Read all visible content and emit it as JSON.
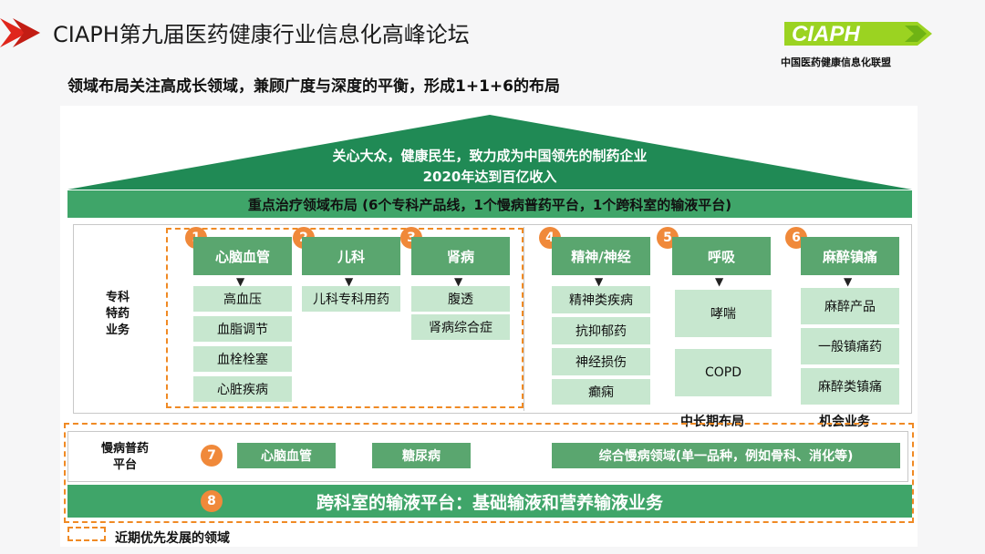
{
  "header": {
    "title": "CIAPH第九届医药健康行业信息化高峰论坛",
    "logo_text": "CIAPH",
    "logo_subtitle": "中国医药健康信息化联盟",
    "subtitle": "领域布局关注高成长领域，兼顾广度与深度的平衡，形成1+1+6的布局"
  },
  "roof": {
    "line1": "关心大众，健康民生，致力成为中国领先的制药企业",
    "line2": "2020年达到百亿收入"
  },
  "layout_bar": "重点治疗领域布局 (6个专科产品线，1个慢病普药平台，1个跨科室的输液平台)",
  "specialty": {
    "label": "专科\n特药\n业务",
    "columns": [
      {
        "num": "1",
        "title": "心脑血管",
        "items": [
          "高血压",
          "血脂调节",
          "血栓栓塞",
          "心脏疾病"
        ]
      },
      {
        "num": "2",
        "title": "儿科",
        "items": [
          "儿科专科用药"
        ]
      },
      {
        "num": "3",
        "title": "肾病",
        "items": [
          "腹透",
          "肾病综合症"
        ]
      },
      {
        "num": "4",
        "title": "精神/神经",
        "items": [
          "精神类疾病",
          "抗抑郁药",
          "神经损伤",
          "癫痫"
        ]
      },
      {
        "num": "5",
        "title": "呼吸",
        "items": [
          "哮喘",
          "COPD"
        ]
      },
      {
        "num": "6",
        "title": "麻醉镇痛",
        "items": [
          "麻醉产品",
          "一般镇痛药",
          "麻醉类镇痛"
        ]
      }
    ],
    "label_mid_long": "中长期布局",
    "label_opportunity": "机会业务"
  },
  "chronic": {
    "label": "慢病普药\n平台",
    "num": "7",
    "items": [
      "心脑血管",
      "糖尿病",
      "综合慢病领域(单一品种，例如骨科、消化等)"
    ]
  },
  "infusion": {
    "num": "8",
    "text": "跨科室的输液平台：基础输液和营养输液业务"
  },
  "legend": "近期优先发展的领域",
  "colors": {
    "accent_red": "#e0261c",
    "green_dark": "#3fa569",
    "green_header": "#5aa66f",
    "green_light": "#c7e7cf",
    "orange": "#f0893a"
  }
}
